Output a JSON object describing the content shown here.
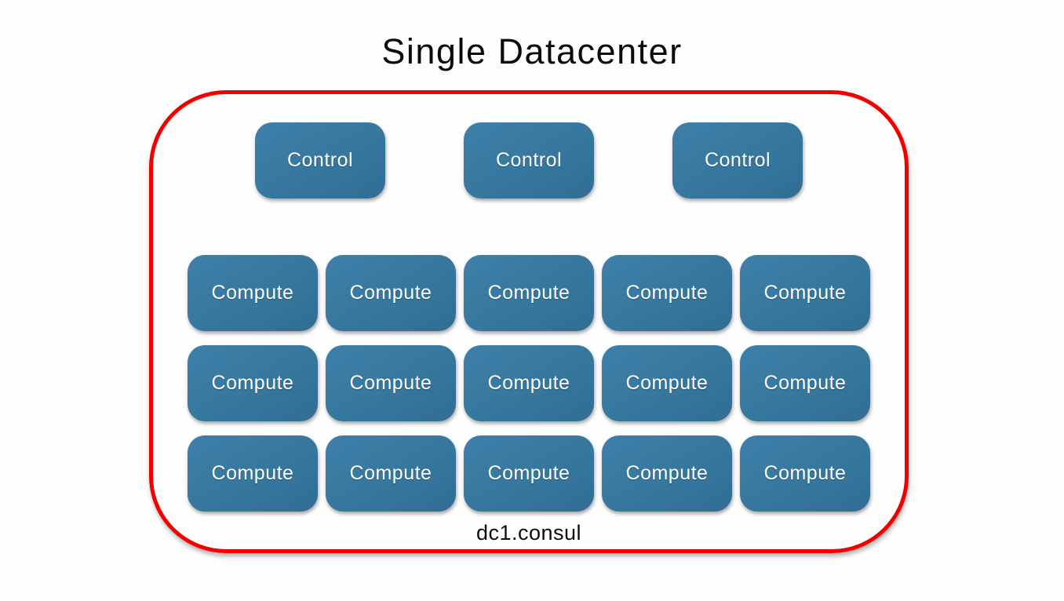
{
  "title": "Single Datacenter",
  "diagram": {
    "group_label": "dc1.consul",
    "control_nodes": [
      "Control",
      "Control",
      "Control"
    ],
    "compute_grid": [
      [
        "Compute",
        "Compute",
        "Compute",
        "Compute",
        "Compute"
      ],
      [
        "Compute",
        "Compute",
        "Compute",
        "Compute",
        "Compute"
      ],
      [
        "Compute",
        "Compute",
        "Compute",
        "Compute",
        "Compute"
      ]
    ],
    "colors": {
      "node_fill": "#36779e",
      "node_text": "#ffffff",
      "group_border": "#f20000",
      "title_color": "#0c0c0c"
    }
  }
}
